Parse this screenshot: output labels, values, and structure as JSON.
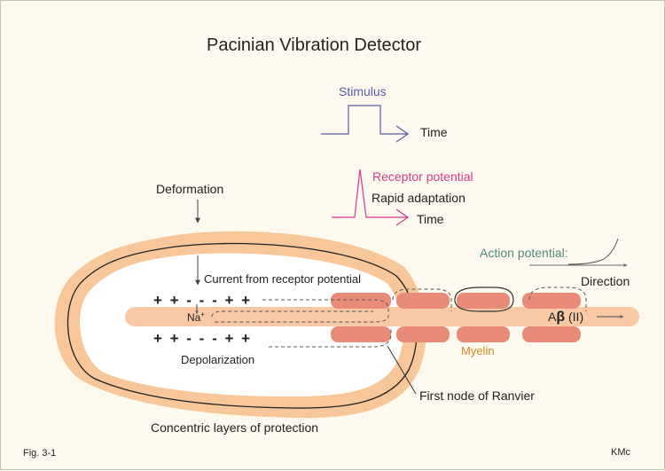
{
  "title": "Pacinian Vibration Detector",
  "stimulus": {
    "label": "Stimulus",
    "time_label": "Time"
  },
  "receptor": {
    "label": "Receptor potential",
    "adaptation_label": "Rapid adaptation",
    "time_label": "Time"
  },
  "action_potential": {
    "label": "Action potential:",
    "direction_label": "Direction"
  },
  "labels": {
    "deformation": "Deformation",
    "current": "Current from receptor potential",
    "na": "Na",
    "na_sup": "+",
    "charges_top": "+ + - - - + +",
    "charges_bottom": "+ + - - - + +",
    "depolarization": "Depolarization",
    "fiber_prefix": "A",
    "fiber_beta": "β",
    "fiber_suffix": " (II)",
    "myelin": "Myelin",
    "first_node": "First node of Ranvier",
    "layers": "Concentric layers of protection",
    "fig": "Fig. 3-1",
    "author": "KMc"
  },
  "colors": {
    "background": "#fdf9ee",
    "capsule": "#f7c79a",
    "axon": "#f9c9a6",
    "myelin": "#e88b78",
    "stimulus_trace": "#5b5aa6",
    "receptor_trace": "#d43c8c",
    "action_potential_text": "#4f8a7c",
    "myelin_text": "#d4892a",
    "ink": "#222222"
  }
}
